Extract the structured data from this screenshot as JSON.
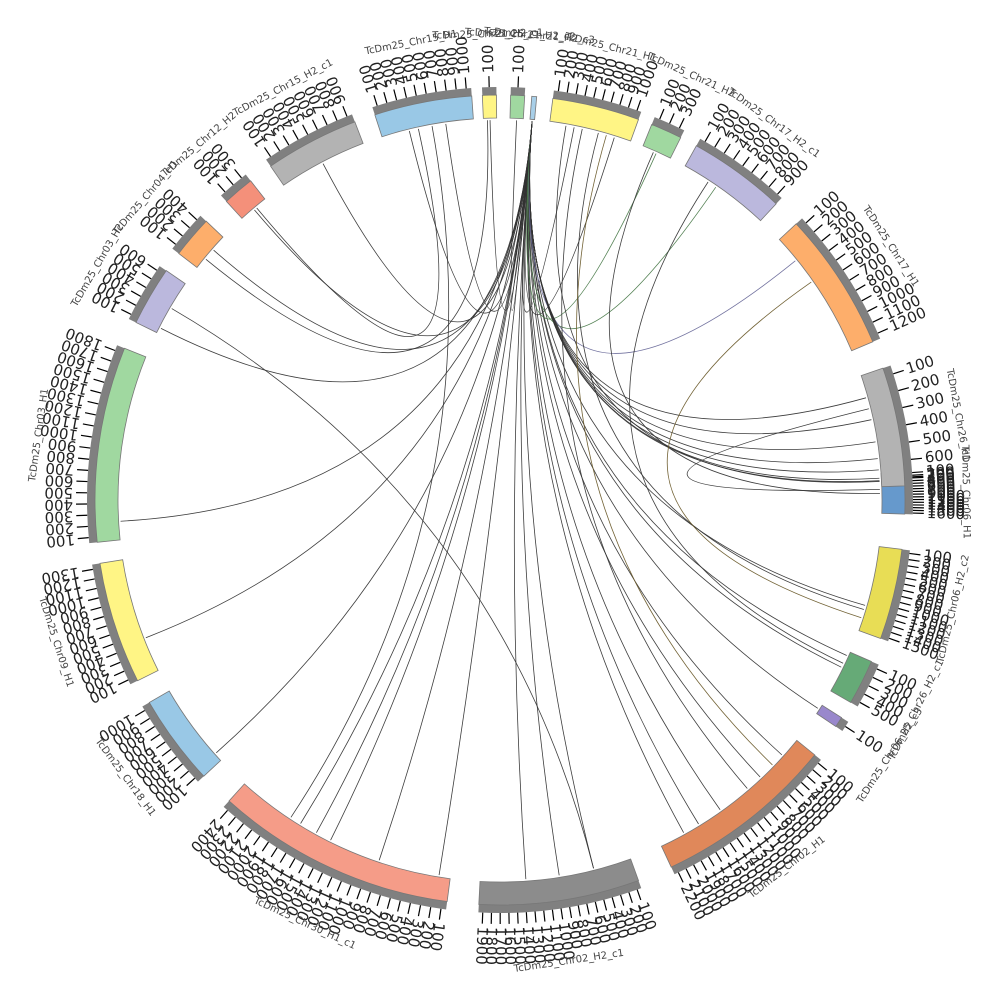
{
  "diagram": {
    "type": "circos",
    "chromosomes": [
      {
        "name": "TcDm25_Chr06_H1",
        "color": "#6699cc",
        "ticks": [
          "100",
          "200",
          "300",
          "400",
          "500",
          "600",
          "700",
          "800",
          "900",
          "1000",
          "1100",
          "1200",
          "1300",
          "1400",
          "1500",
          "1600"
        ]
      },
      {
        "name": "TcDm25_Chr06_H2_c2",
        "color": "#e8dd55",
        "ticks": [
          "100",
          "200",
          "300",
          "400",
          "500",
          "600",
          "700",
          "800",
          "900",
          "1000",
          "1100",
          "1200",
          "1300",
          "1400",
          "1500"
        ]
      },
      {
        "name": "TcDm25_Chr26_H2_c1",
        "color": "#66aa77",
        "ticks": [
          "100",
          "200",
          "300",
          "400",
          "500"
        ]
      },
      {
        "name": "TcDm25_Chr06_H2_c3",
        "color": "#9988cc",
        "ticks": [
          "100"
        ]
      },
      {
        "name": "TcDm25_Chr02_H1",
        "color": "#e0885a",
        "ticks": [
          "100",
          "200",
          "300",
          "400",
          "500",
          "600",
          "700",
          "800",
          "900",
          "1000",
          "1100",
          "1200",
          "1300",
          "1400",
          "1500",
          "1600",
          "1700",
          "1800",
          "1900",
          "2000",
          "2100",
          "2200"
        ]
      },
      {
        "name": "TcDm25_Chr02_H2_c1",
        "color": "#8c8c8c",
        "ticks": [
          "100",
          "200",
          "300",
          "400",
          "500",
          "600",
          "700",
          "800",
          "900",
          "1000",
          "1100",
          "1200",
          "1300",
          "1400",
          "1500",
          "1600",
          "1700",
          "1800",
          "1900"
        ]
      },
      {
        "name": "TcDm25_Chr30_H1_c1",
        "color": "#f59c88",
        "ticks": [
          "100",
          "200",
          "300",
          "400",
          "500",
          "600",
          "700",
          "800",
          "900",
          "1000",
          "1100",
          "1200",
          "1300",
          "1400",
          "1500",
          "1600",
          "1700",
          "1800",
          "1900",
          "2000",
          "2100",
          "2200",
          "2300",
          "2400"
        ]
      },
      {
        "name": "TcDm25_Chr18_H1",
        "color": "#99c8e6",
        "ticks": [
          "100",
          "200",
          "300",
          "400",
          "500",
          "600",
          "700",
          "800",
          "900",
          "1000"
        ]
      },
      {
        "name": "TcDm25_Chr09_H1",
        "color": "#fff585",
        "ticks": [
          "100",
          "200",
          "300",
          "400",
          "500",
          "600",
          "700",
          "800",
          "900",
          "1000",
          "1100",
          "1200",
          "1300"
        ]
      },
      {
        "name": "TcDm25_Chr03_H1",
        "color": "#a0d8a0",
        "ticks": [
          "100",
          "200",
          "300",
          "400",
          "500",
          "600",
          "700",
          "800",
          "900",
          "1000",
          "1100",
          "1200",
          "1300",
          "1400",
          "1500",
          "1600",
          "1700",
          "1800"
        ]
      },
      {
        "name": "TcDm25_Chr03_H2",
        "color": "#bbb8dd",
        "ticks": [
          "100",
          "200",
          "300",
          "400",
          "500",
          "600"
        ]
      },
      {
        "name": "TcDm25_Chr04_H1",
        "color": "#fdae6b",
        "ticks": [
          "100",
          "200",
          "300",
          "400"
        ]
      },
      {
        "name": "TcDm25_Chr12_H2",
        "color": "#f4907a",
        "ticks": [
          "100",
          "200",
          "300"
        ]
      },
      {
        "name": "TcDm25_Chr15_H2_c1",
        "color": "#b3b3b3",
        "ticks": [
          "100",
          "200",
          "300",
          "400",
          "500",
          "600",
          "700",
          "800",
          "900"
        ]
      },
      {
        "name": "TcDm25_Chr15_H1",
        "color": "#99c8e6",
        "ticks": [
          "100",
          "200",
          "300",
          "400",
          "500",
          "600",
          "700",
          "800",
          "900",
          "1000"
        ]
      },
      {
        "name": "TcDm25_Chr21_H2_c1",
        "color": "#fff585",
        "ticks": [
          "100"
        ]
      },
      {
        "name": "TcDm25_Chr21_H2_c2",
        "color": "#a0d8a0",
        "ticks": [
          "100"
        ]
      },
      {
        "name": "TcDm25_Chr21_H2_c3",
        "color": "#a8cfe8",
        "ticks": []
      },
      {
        "name": "TcDm25_Chr21_H1",
        "color": "#fff585",
        "ticks": [
          "100",
          "200",
          "300",
          "400",
          "500",
          "600",
          "700",
          "800",
          "900",
          "1000"
        ]
      },
      {
        "name": "TcDm25_Chr21_H2",
        "color": "#a0d8a0",
        "ticks": [
          "100",
          "200",
          "300"
        ]
      },
      {
        "name": "TcDm25_Chr17_H2_c1",
        "color": "#bbb8dd",
        "ticks": [
          "100",
          "200",
          "300",
          "400",
          "500",
          "600",
          "700",
          "800",
          "900"
        ]
      },
      {
        "name": "TcDm25_Chr17_H1",
        "color": "#fdae6b",
        "ticks": [
          "100",
          "200",
          "300",
          "400",
          "500",
          "600",
          "700",
          "800",
          "900",
          "1000",
          "1100",
          "1200"
        ]
      },
      {
        "name": "TcDm25_Chr26_H1",
        "color": "#b3b3b3",
        "ticks": [
          "100",
          "200",
          "300",
          "400",
          "500",
          "600",
          "700"
        ]
      }
    ],
    "links": [
      {
        "a": 17,
        "pa": 0.5,
        "b": 0,
        "pb": 0.12,
        "color": "#333333"
      },
      {
        "a": 17,
        "pa": 0.5,
        "b": 0,
        "pb": 0.18,
        "color": "#333333"
      },
      {
        "a": 17,
        "pa": 0.5,
        "b": 1,
        "pb": 0.7,
        "color": "#333333"
      },
      {
        "a": 17,
        "pa": 0.5,
        "b": 2,
        "pb": 0.1,
        "color": "#333333"
      },
      {
        "a": 17,
        "pa": 0.5,
        "b": 2,
        "pb": 0.4,
        "color": "#333333"
      },
      {
        "a": 17,
        "pa": 0.5,
        "b": 3,
        "pb": 0.5,
        "color": "#333333"
      },
      {
        "a": 17,
        "pa": 0.5,
        "b": 4,
        "pb": 0.12,
        "color": "#333333"
      },
      {
        "a": 17,
        "pa": 0.5,
        "b": 4,
        "pb": 0.3,
        "color": "#333333"
      },
      {
        "a": 17,
        "pa": 0.5,
        "b": 4,
        "pb": 0.6,
        "color": "#333333"
      },
      {
        "a": 17,
        "pa": 0.5,
        "b": 4,
        "pb": 0.75,
        "color": "#333333"
      },
      {
        "a": 17,
        "pa": 0.5,
        "b": 4,
        "pb": 0.85,
        "color": "#333333"
      },
      {
        "a": 17,
        "pa": 0.5,
        "b": 5,
        "pb": 0.25,
        "color": "#333333"
      },
      {
        "a": 17,
        "pa": 0.5,
        "b": 5,
        "pb": 0.48,
        "color": "#333333"
      },
      {
        "a": 17,
        "pa": 0.5,
        "b": 5,
        "pb": 0.7,
        "color": "#333333"
      },
      {
        "a": 17,
        "pa": 0.5,
        "b": 6,
        "pb": 0.05,
        "color": "#333333"
      },
      {
        "a": 17,
        "pa": 0.5,
        "b": 6,
        "pb": 0.32,
        "color": "#333333"
      },
      {
        "a": 17,
        "pa": 0.5,
        "b": 6,
        "pb": 0.55,
        "color": "#333333"
      },
      {
        "a": 17,
        "pa": 0.5,
        "b": 6,
        "pb": 0.62,
        "color": "#333333"
      },
      {
        "a": 17,
        "pa": 0.5,
        "b": 6,
        "pb": 0.7,
        "color": "#333333"
      },
      {
        "a": 17,
        "pa": 0.5,
        "b": 7,
        "pb": 0.1,
        "color": "#333333"
      },
      {
        "a": 17,
        "pa": 0.5,
        "b": 8,
        "pb": 0.3,
        "color": "#333333"
      },
      {
        "a": 17,
        "pa": 0.5,
        "b": 9,
        "pb": 0.1,
        "color": "#333333"
      },
      {
        "a": 17,
        "pa": 0.5,
        "b": 10,
        "pb": 0.1,
        "color": "#333333"
      },
      {
        "a": 17,
        "pa": 0.5,
        "b": 11,
        "pb": 0.6,
        "color": "#333333"
      },
      {
        "a": 17,
        "pa": 0.5,
        "b": 12,
        "pb": 0.5,
        "color": "#333333"
      },
      {
        "a": 17,
        "pa": 0.5,
        "b": 13,
        "pb": 0.5,
        "color": "#333333"
      },
      {
        "a": 17,
        "pa": 0.5,
        "b": 14,
        "pb": 0.3,
        "color": "#333333"
      },
      {
        "a": 17,
        "pa": 0.5,
        "b": 14,
        "pb": 0.7,
        "color": "#333333"
      },
      {
        "a": 17,
        "pa": 0.5,
        "b": 15,
        "pb": 0.5,
        "color": "#333333"
      },
      {
        "a": 17,
        "pa": 0.5,
        "b": 16,
        "pb": 0.5,
        "color": "#333333"
      },
      {
        "a": 17,
        "pa": 0.5,
        "b": 18,
        "pb": 0.3,
        "color": "#333333"
      },
      {
        "a": 17,
        "pa": 0.5,
        "b": 18,
        "pb": 0.8,
        "color": "#333333"
      },
      {
        "a": 17,
        "pa": 0.5,
        "b": 19,
        "pb": 0.5,
        "color": "#4a7a4a"
      },
      {
        "a": 17,
        "pa": 0.5,
        "b": 20,
        "pb": 0.4,
        "color": "#4a7a4a"
      },
      {
        "a": 17,
        "pa": 0.5,
        "b": 21,
        "pb": 0.2,
        "color": "#6a6a9a"
      },
      {
        "a": 17,
        "pa": 0.5,
        "b": 22,
        "pb": 0.2,
        "color": "#333333"
      },
      {
        "a": 17,
        "pa": 0.5,
        "b": 22,
        "pb": 0.4,
        "color": "#333333"
      },
      {
        "a": 17,
        "pa": 0.5,
        "b": 22,
        "pb": 0.6,
        "color": "#333333"
      },
      {
        "a": 17,
        "pa": 0.5,
        "b": 22,
        "pb": 0.75,
        "color": "#333333"
      },
      {
        "a": 17,
        "pa": 0.5,
        "b": 22,
        "pb": 0.85,
        "color": "#333333"
      },
      {
        "a": 14,
        "pa": 0.55,
        "b": 6,
        "pb": 0.75,
        "color": "#333333"
      },
      {
        "a": 14,
        "pa": 0.4,
        "b": 12,
        "pb": 0.6,
        "color": "#333333"
      },
      {
        "a": 18,
        "pa": 0.2,
        "b": 0,
        "pb": 0.2,
        "color": "#333333"
      },
      {
        "a": 18,
        "pa": 0.4,
        "b": 4,
        "pb": 0.4,
        "color": "#333333"
      },
      {
        "a": 18,
        "pa": 0.6,
        "b": 1,
        "pb": 0.75,
        "color": "#333333"
      },
      {
        "a": 18,
        "pa": 0.7,
        "b": 4,
        "pb": 0.2,
        "color": "#6a5a2a"
      },
      {
        "a": 0,
        "pa": 0.5,
        "b": 19,
        "pb": 0.4,
        "color": "#333333"
      },
      {
        "a": 0,
        "pa": 0.4,
        "b": 22,
        "pb": 0.3,
        "color": "#333333"
      },
      {
        "a": 20,
        "pa": 0.3,
        "b": 2,
        "pb": 0.3,
        "color": "#333333"
      },
      {
        "a": 21,
        "pa": 0.4,
        "b": 1,
        "pb": 0.85,
        "color": "#6a5a2a"
      },
      {
        "a": 11,
        "pa": 0.3,
        "b": 15,
        "pb": 0.3,
        "color": "#333333"
      },
      {
        "a": 10,
        "pa": 0.5,
        "b": 5,
        "pb": 0.25,
        "color": "#333333"
      }
    ]
  }
}
